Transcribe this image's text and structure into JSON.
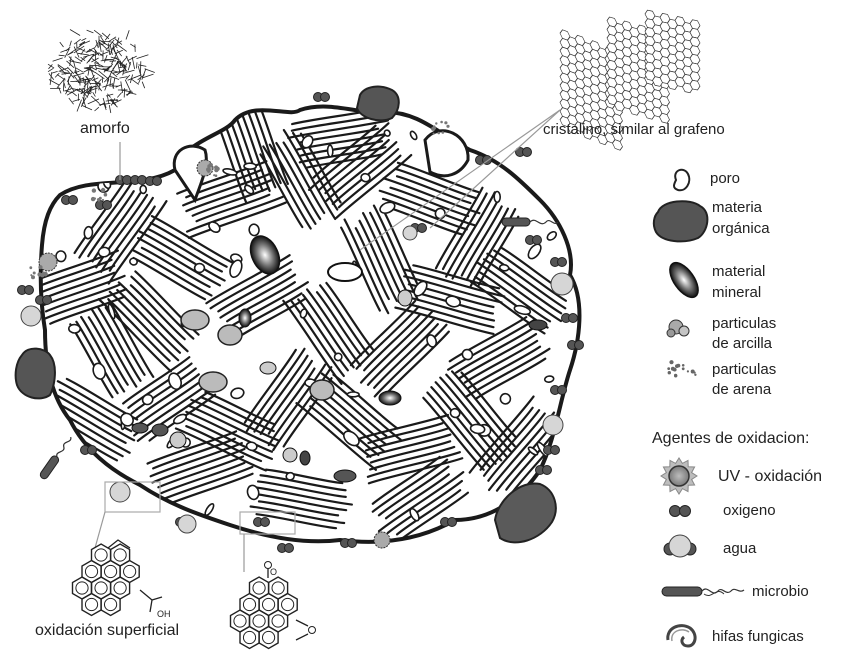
{
  "labels": {
    "amorfo": "amorfo",
    "cristalino": "cristalino, similar al grafeno",
    "oxidacion_superficial": "oxidación superficial"
  },
  "legend": {
    "poro": "poro",
    "materia_organica": [
      "materia",
      "orgánica"
    ],
    "material_mineral": [
      "material",
      "mineral"
    ],
    "particulas_arcilla": [
      "particulas",
      "de arcilla"
    ],
    "particulas_arena": [
      "particulas",
      "de arena"
    ],
    "agentes_title": "Agentes de oxidacion:",
    "uv": "UV - oxidación",
    "oxigeno": "oxigeno",
    "agua": "agua",
    "microbio": "microbio",
    "hifas": "hifas fungicas"
  },
  "chem": {
    "oh": "OH",
    "o": "O"
  },
  "colors": {
    "line": "#1a1a1a",
    "dark_gray": "#555555",
    "mid_gray": "#8a8a8a",
    "light_gray": "#cfcfcf",
    "background": "#ffffff"
  }
}
